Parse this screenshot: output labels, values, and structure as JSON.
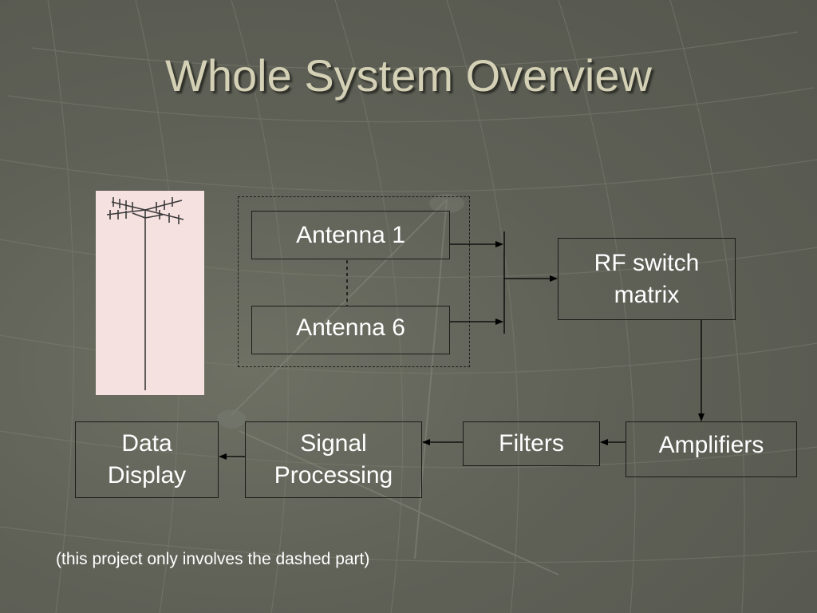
{
  "slide": {
    "title": "Whole System Overview",
    "footnote": "(this project only involves the dashed part)"
  },
  "blocks": {
    "antenna_1": "Antenna 1",
    "antenna_6": "Antenna 6",
    "rf_switch_matrix_line1": "RF switch",
    "rf_switch_matrix_line2": "matrix",
    "amplifiers": "Amplifiers",
    "filters": "Filters",
    "signal_processing_line1": "Signal",
    "signal_processing_line2": "Processing",
    "data_display_line1": "Data",
    "data_display_line2": "Display"
  },
  "colors": {
    "background": "#5f6157",
    "title": "#d4d1b6",
    "box_border": "#1c1c18",
    "antenna_image_bg": "#f6e1e1"
  },
  "icons": {
    "antenna_image": "tv-antenna-icon"
  }
}
